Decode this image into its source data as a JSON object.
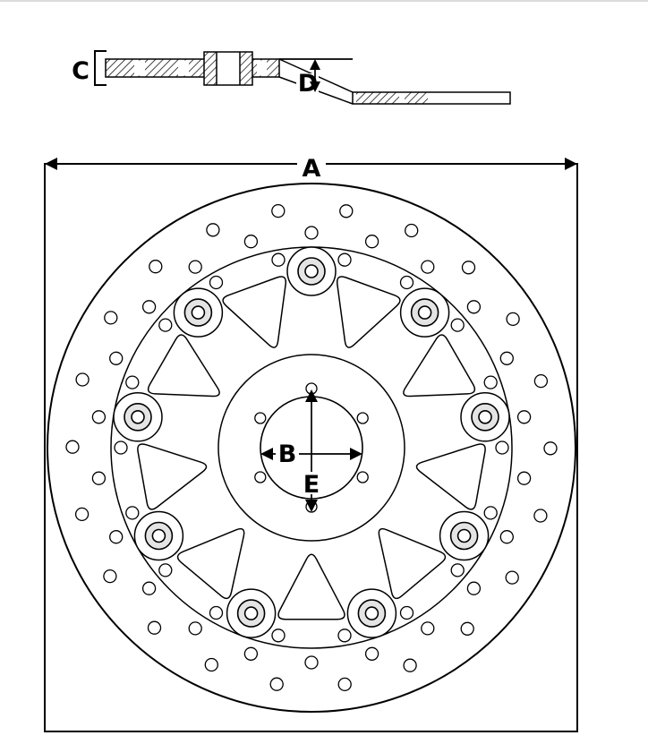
{
  "figure": {
    "type": "technical-drawing",
    "subject": "floating brake disc rotor, front view and cross-section"
  },
  "dimensions": {
    "overall_diameter_label": "A",
    "bore_diameter_label": "B",
    "thickness_label": "C",
    "offset_label": "D",
    "bolt_circle_label": "E"
  }
}
